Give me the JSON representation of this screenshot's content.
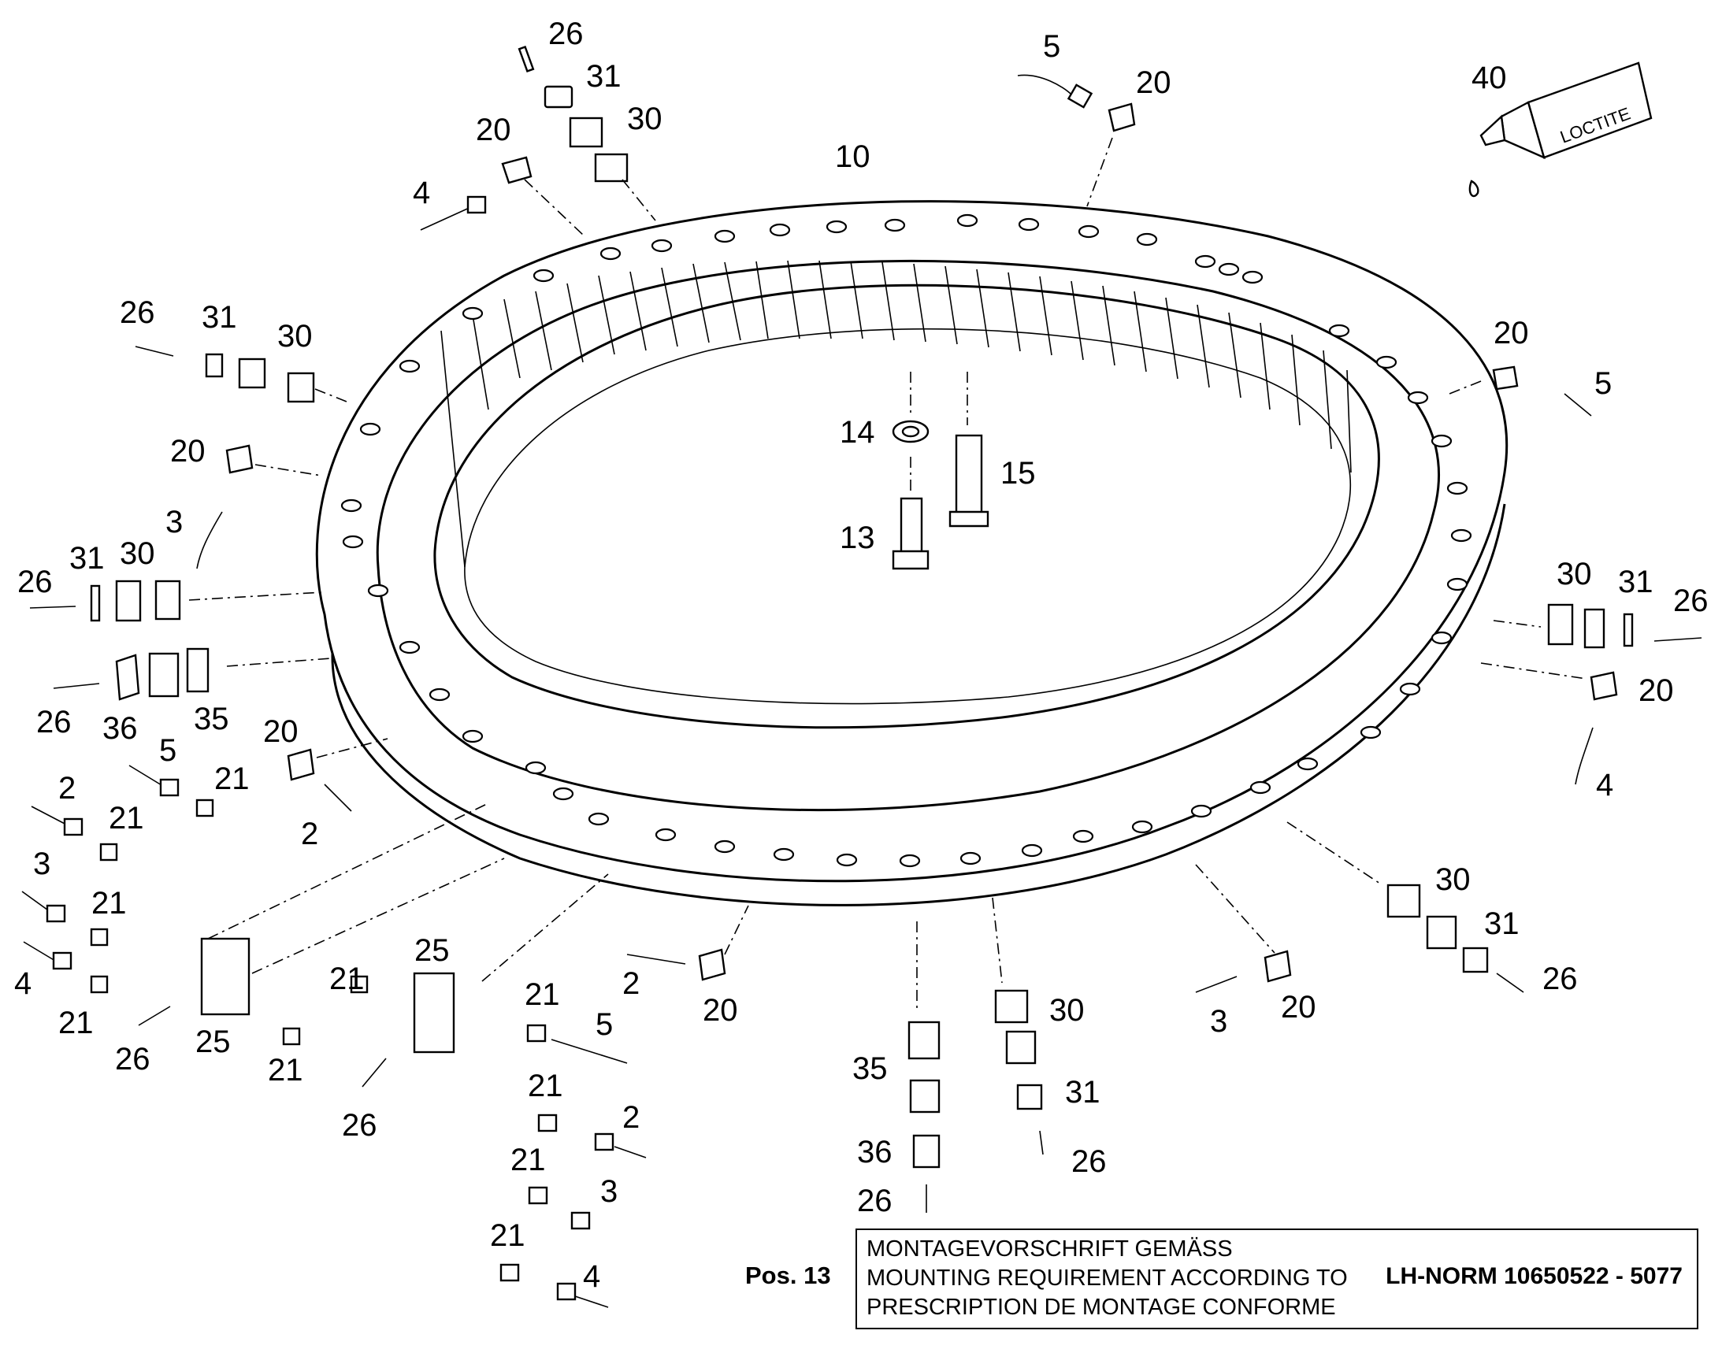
{
  "callouts": {
    "c10": "10",
    "c40": "40",
    "c14": "14",
    "c15": "15",
    "c13": "13",
    "t26": "26",
    "t31": "31",
    "t30": "30",
    "t20": "20",
    "t4": "4",
    "tr5": "5",
    "tr20": "20",
    "ur20": "20",
    "ur5": "5",
    "ul26": "26",
    "ul31": "31",
    "ul30": "30",
    "ul20": "20",
    "ul3": "3",
    "l26a": "26",
    "l31": "31",
    "l30": "30",
    "l26b": "26",
    "l36": "36",
    "l35": "35",
    "r30": "30",
    "r31": "31",
    "r26": "26",
    "r20": "20",
    "r4": "4",
    "ml20": "20",
    "ml2": "2",
    "ll5": "5",
    "ll21a": "21",
    "ll2": "2",
    "ll21b": "21",
    "ll3": "3",
    "ll21c": "21",
    "ll4": "4",
    "ll21d": "21",
    "ll26": "26",
    "ll25": "25",
    "ll21e": "21",
    "bc25": "25",
    "bc21a": "21",
    "bc21b": "21",
    "bc5": "5",
    "bc26": "26",
    "bc21c": "21",
    "bc2": "2",
    "bc21d": "21",
    "bc3": "3",
    "bc21e": "21",
    "bc4": "4",
    "b2": "2",
    "b20": "20",
    "b35": "35",
    "b36": "36",
    "b26a": "26",
    "b30": "30",
    "b31": "31",
    "b26b": "26",
    "br30": "30",
    "br31": "31",
    "br26": "26",
    "br3": "3",
    "br20": "20"
  },
  "tube_label": "LOCTITE",
  "position_label": "Pos. 13",
  "mounting_note": {
    "line1": "MONTAGEVORSCHRIFT GEMÄSS",
    "line2": "MOUNTING REQUIREMENT ACCORDING TO",
    "line3": "PRESCRIPTION DE MONTAGE CONFORME",
    "norm": "LH-NORM 10650522 - 5077"
  }
}
